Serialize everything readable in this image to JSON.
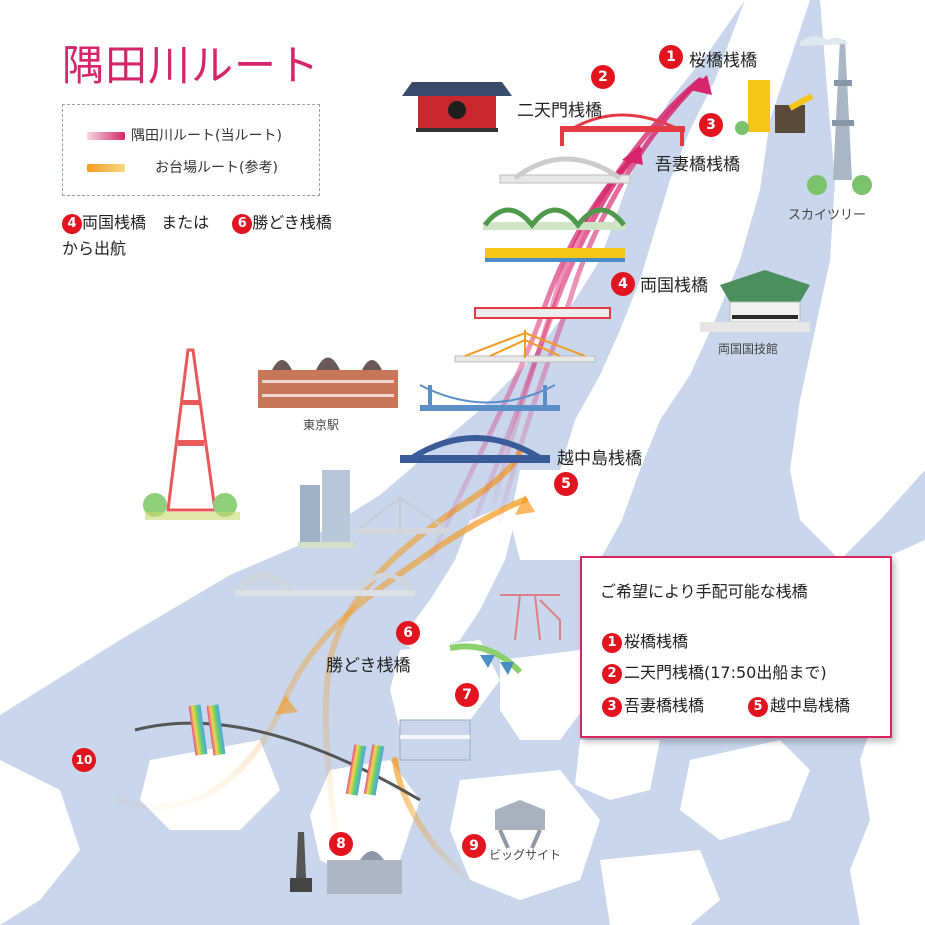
{
  "title": "隅田川ルート",
  "legend": {
    "current": {
      "label": "隅田川ルート(当ルート)",
      "color": "#d6256b"
    },
    "reference": {
      "label": "お台場ルート(参考)",
      "color": "#f39a1e"
    }
  },
  "depart_note": {
    "pier_a_num": "4",
    "pier_a": "両国桟橋",
    "or": "または",
    "pier_b_num": "6",
    "pier_b": "勝どき桟橋",
    "line2": "から出航"
  },
  "piers": [
    {
      "num": "1",
      "name": "桜橋桟橋"
    },
    {
      "num": "2",
      "name": "二天門桟橋"
    },
    {
      "num": "3",
      "name": "吾妻橋桟橋"
    },
    {
      "num": "4",
      "name": "両国桟橋"
    },
    {
      "num": "5",
      "name": "越中島桟橋"
    },
    {
      "num": "6",
      "name": "勝どき桟橋"
    },
    {
      "num": "7",
      "name": ""
    },
    {
      "num": "8",
      "name": ""
    },
    {
      "num": "9",
      "name": "ビッグサイト"
    },
    {
      "num": "10",
      "name": ""
    }
  ],
  "landmarks": {
    "skytree": "スカイツリー",
    "kokugikan": "両国国技館",
    "tokyo_station": "東京駅"
  },
  "available_box": {
    "title": "ご希望により手配可能な桟橋",
    "items": [
      {
        "num": "1",
        "label": "桜橋桟橋"
      },
      {
        "num": "2",
        "label": "二天門桟橋(17:50出船まで)"
      },
      {
        "num": "3",
        "label": "吾妻橋桟橋"
      },
      {
        "num": "5",
        "label": "越中島桟橋"
      }
    ]
  },
  "colors": {
    "water": "#c9d6ec",
    "land": "#ffffff",
    "pin": "#e2141f",
    "route": "#d6256b",
    "ref_route": "#f39a1e"
  },
  "icons": [
    "kaminarimon-gate-icon",
    "skytree-icon",
    "tokyo-tower-icon",
    "tokyo-station-icon",
    "kokugikan-icon",
    "bridge-icon",
    "statue-of-liberty-icon",
    "big-sight-icon",
    "crane-icon"
  ]
}
